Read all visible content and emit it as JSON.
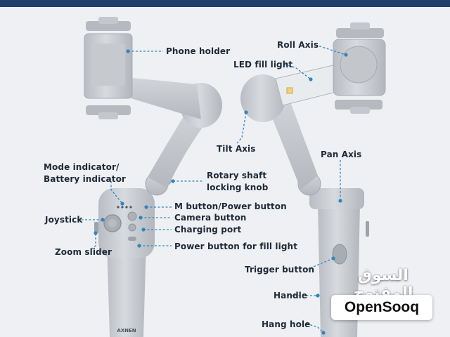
{
  "labels": {
    "phone_holder": "Phone holder",
    "mode_indicator_line1": "Mode indicator/",
    "mode_indicator_line2": "Battery indicator",
    "rotary_line1": "Rotary shaft",
    "rotary_line2": "locking knob",
    "m_button": "M button/Power button",
    "camera_button": "Camera button",
    "charging_port": "Charging port",
    "fill_light_power": "Power button for fill light",
    "joystick": "Joystick",
    "zoom_slider": "Zoom slider",
    "roll_axis": "Roll Axis",
    "led_fill_light": "LED fill light",
    "tilt_axis": "Tilt Axis",
    "pan_axis": "Pan Axis",
    "trigger_button": "Trigger button",
    "handle": "Handle",
    "hang_hole": "Hang hole"
  },
  "device_text": {
    "handle_logo": "AXNEN"
  },
  "watermark": {
    "arabic": "السوق المفتوح",
    "latin": "OpenSooq"
  },
  "colors": {
    "background": "#eef0f3",
    "frame": "#1f3e6a",
    "body_gray": "#c9ccd1",
    "leader_blue": "#2e86c1",
    "label_text": "#1f2a38"
  }
}
